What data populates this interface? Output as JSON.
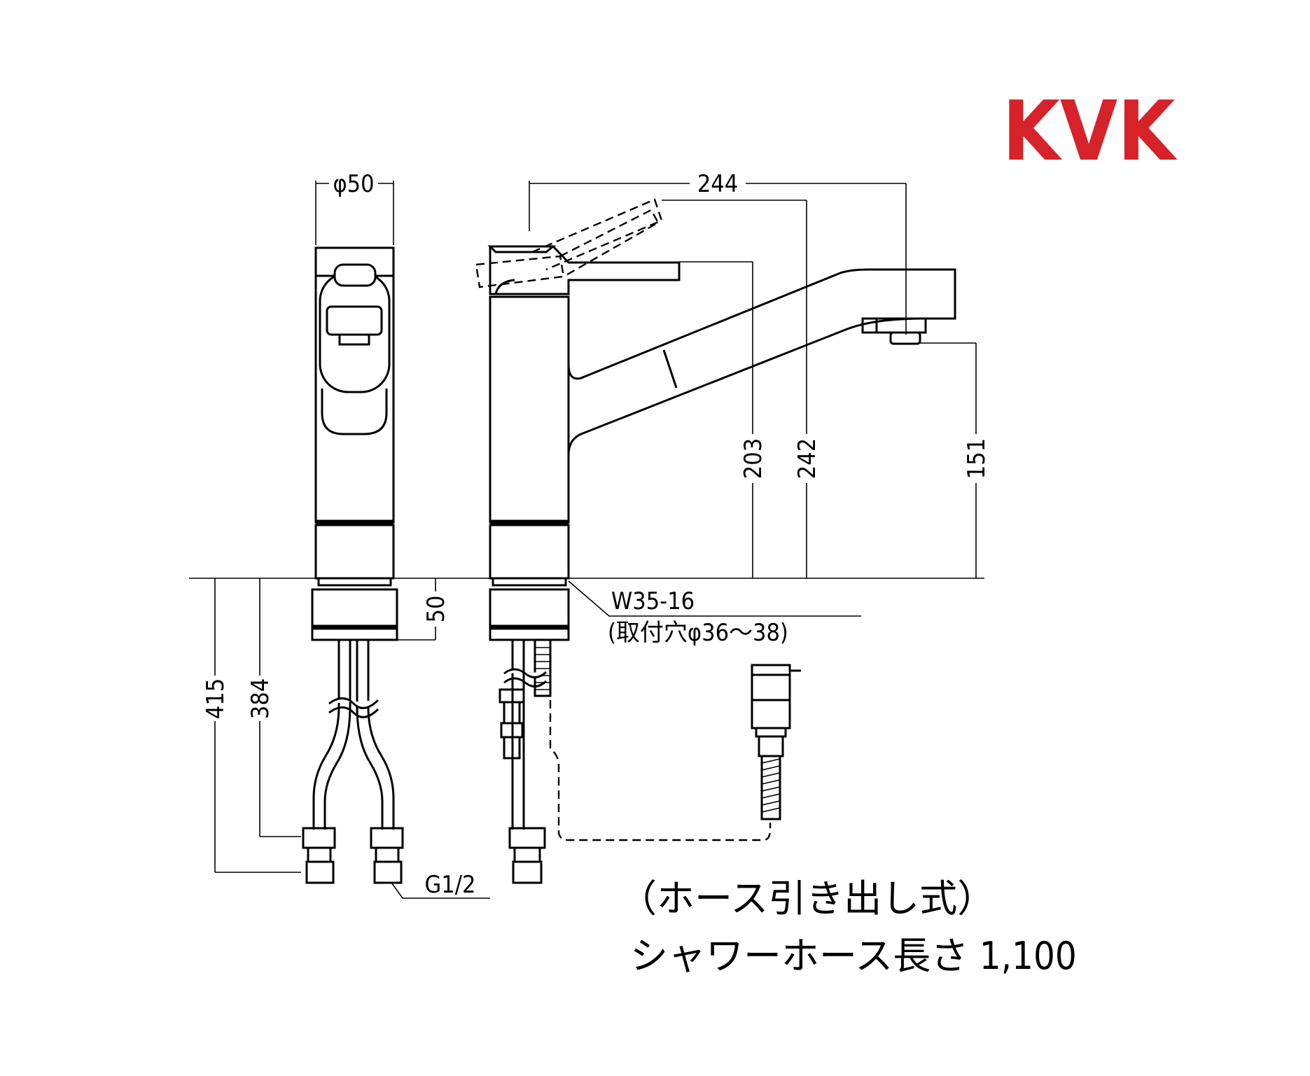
{
  "brand": {
    "logo_text": "KVK",
    "logo_color": "#d7222a"
  },
  "dimensions": {
    "diameter": "φ50",
    "reach": "244",
    "lever_height": "203",
    "total_height": "242",
    "spout_height": "151",
    "shank": "50",
    "mount_thread": "W35-16",
    "mount_hole": "(取付穴φ36～38)",
    "hose_length_hot": "415",
    "hose_length_cold": "384",
    "connection": "G1/2"
  },
  "notes": {
    "type": "（ホース引き出し式）",
    "hose": "シャワーホース長さ 1,100"
  }
}
